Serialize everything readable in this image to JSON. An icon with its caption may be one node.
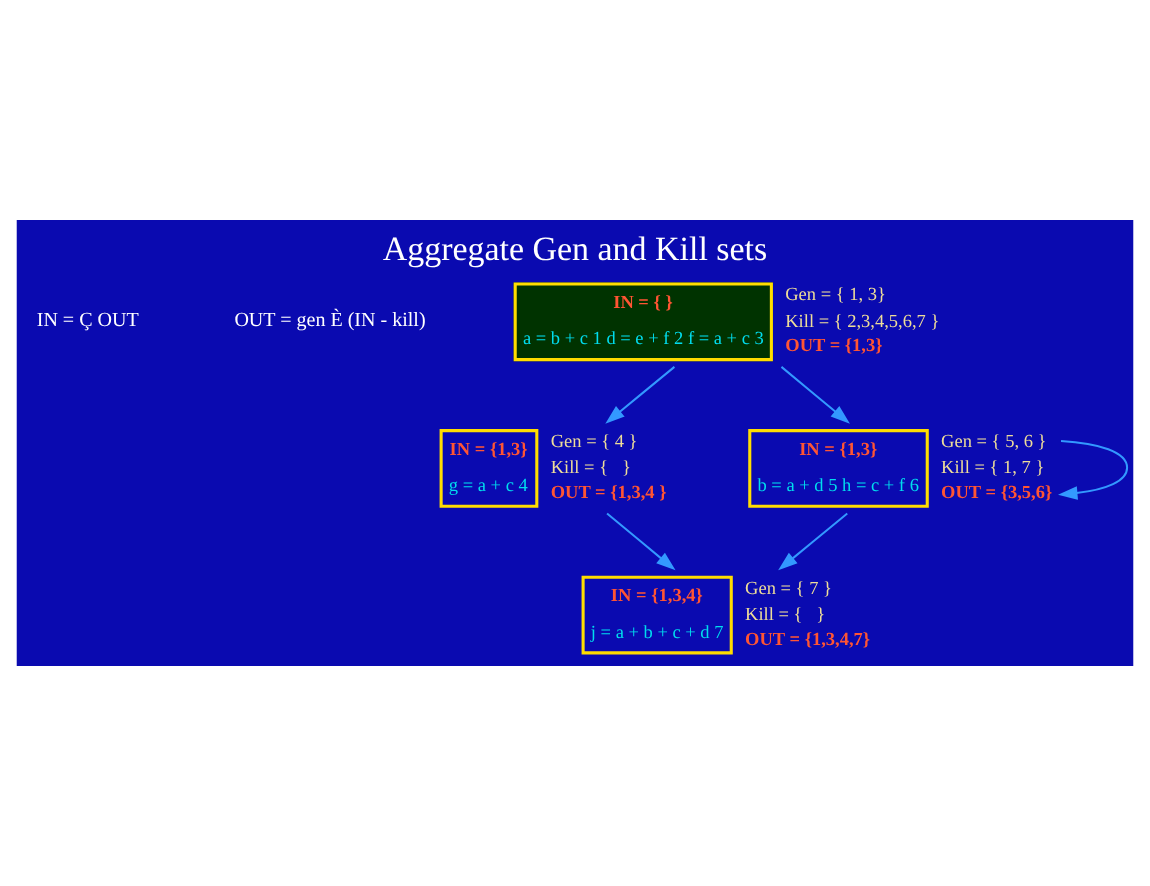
{
  "diagram": {
    "title": "Aggregate Gen and Kill sets",
    "nodes": [
      {
        "text": [
          "IN = { }",
          "a = b + c 1 d = e + f 2 f = a + c 3"
        ],
        "beside": [
          "Gen = { 1, 3}",
          "Kill = { 2,3,4,5,6,7 }",
          "OUT = {1,3}"
        ]
      },
      {
        "text": [
          "IN = {1,3}",
          "g = a + c 4"
        ],
        "beside": [
          "Gen = { 4 }",
          "Kill = {   }",
          "OUT = {1,3,4 }"
        ]
      },
      {
        "text": [
          "IN = {1,3}",
          "b = a + d 5 h = c + f 6"
        ],
        "beside": [
          "Gen = { 5, 6 }",
          "Kill = { 1, 7 }",
          "OUT = {3,5,6}"
        ]
      },
      {
        "text": [
          "IN = {1,3,4}",
          "j = a + b + c + d 7"
        ],
        "beside": [
          "Gen = { 7 }",
          "Kill = {   }",
          "OUT = {1,3,4,7}"
        ]
      }
    ],
    "edges": [
      {
        "from": 0,
        "to": 1,
        "arrow": "to"
      },
      {
        "from": 0,
        "to": 2,
        "arrow": "to"
      },
      {
        "from": 1,
        "to": 3,
        "arrow": "to"
      },
      {
        "from": 2,
        "to": 3,
        "arrow": "to"
      },
      {
        "from": 2,
        "to": 2,
        "arrow": "to"
      }
    ],
    "labels": [
      "IN = Ç OUT",
      "OUT = gen È (IN - kill)"
    ]
  }
}
